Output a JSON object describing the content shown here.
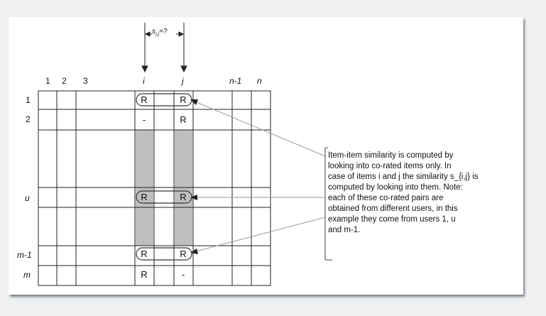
{
  "columns": [
    {
      "label": "1",
      "italic": false
    },
    {
      "label": "2",
      "italic": false
    },
    {
      "label": "3",
      "italic": false
    },
    {
      "label": "i",
      "italic": true
    },
    {
      "label": "j",
      "italic": true
    },
    {
      "label": "n-1",
      "italic": true
    },
    {
      "label": "n",
      "italic": true
    }
  ],
  "rows": [
    {
      "label": "1",
      "italic": false
    },
    {
      "label": "2",
      "italic": false
    },
    {
      "label": "u",
      "italic": true
    },
    {
      "label": "m-1",
      "italic": true
    },
    {
      "label": "m",
      "italic": true
    }
  ],
  "similarity_label": {
    "prefix": "s",
    "subscript": "i,j",
    "suffix": "=?"
  },
  "cells": {
    "r1_i": "R",
    "r1_j": "R",
    "r2_i": "-",
    "r2_j": "R",
    "ru_i": "R",
    "ru_j": "R",
    "rm1_i": "R",
    "rm1_j": "R",
    "rm_i": "R",
    "rm_j": "-"
  },
  "description": "Item-item similarity is computed by\nlooking into co-rated items only. In\ncase of items  i and j the similarity  s_{i,j} is\ncomputed by looking into them. Note:\neach of these co-rated pairs are\nobtained from different users, in this\nexample they come from users       1, u\nand m-1.",
  "colors": {
    "shade": "#bfbfbf",
    "line": "#222222",
    "arrow": "#9a9a9a"
  }
}
